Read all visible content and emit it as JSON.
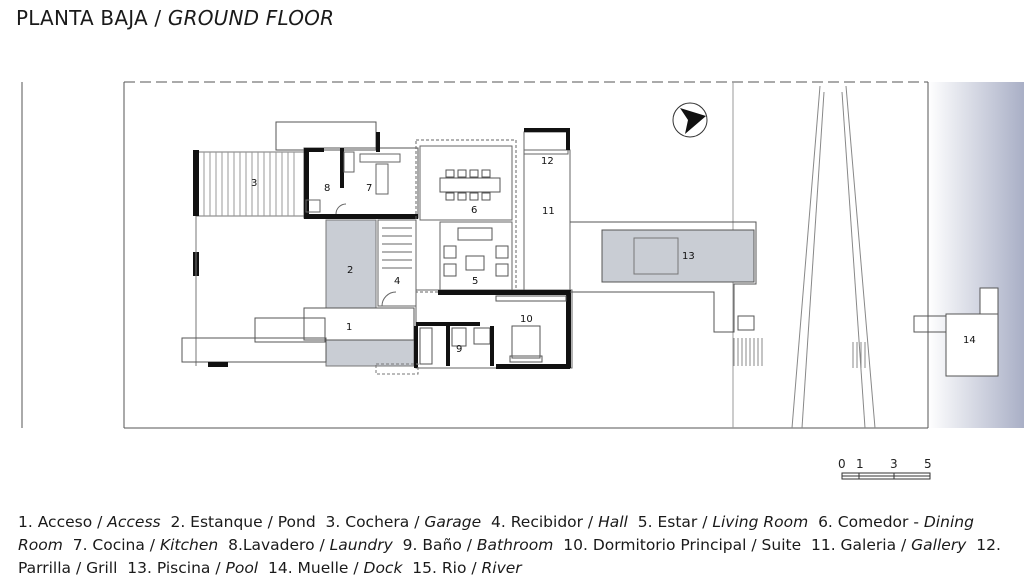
{
  "title": {
    "main": "PLANTA BAJA /",
    "italic": "GROUND FLOOR"
  },
  "north_arrow_icon": "north-arrow-icon",
  "rooms": [
    {
      "id": "1",
      "label": "1"
    },
    {
      "id": "2",
      "label": "2"
    },
    {
      "id": "3",
      "label": "3"
    },
    {
      "id": "4",
      "label": "4"
    },
    {
      "id": "5",
      "label": "5"
    },
    {
      "id": "6",
      "label": "6"
    },
    {
      "id": "7",
      "label": "7"
    },
    {
      "id": "8",
      "label": "8"
    },
    {
      "id": "9",
      "label": "9"
    },
    {
      "id": "10",
      "label": "10"
    },
    {
      "id": "11",
      "label": "11"
    },
    {
      "id": "12",
      "label": "12"
    },
    {
      "id": "13",
      "label": "13"
    },
    {
      "id": "14",
      "label": "14"
    }
  ],
  "scale_bar": {
    "ticks": [
      "0",
      "1",
      "3",
      "5"
    ]
  },
  "legend": [
    {
      "es": "1. Acceso / ",
      "en": "Access"
    },
    {
      "es": "2. Estanque / Pond",
      "en": ""
    },
    {
      "es": "3. Cochera / ",
      "en": "Garage"
    },
    {
      "es": "4. Recibidor / ",
      "en": "Hall"
    },
    {
      "es": "5. Estar / ",
      "en": "Living Room"
    },
    {
      "es": "6. Comedor - ",
      "en": "Dining Room"
    },
    {
      "es": "7. Cocina / ",
      "en": "Kitchen"
    },
    {
      "es": "8.Lavadero / ",
      "en": "Laundry"
    },
    {
      "es": "9. Baño / ",
      "en": "Bathroom"
    },
    {
      "es": "10. Dormitorio Principal / Suite",
      "en": ""
    },
    {
      "es": "11. Galeria / ",
      "en": "Gallery"
    },
    {
      "es": "12. Parrilla / Grill",
      "en": ""
    },
    {
      "es": "13. Piscina / ",
      "en": "Pool"
    },
    {
      "es": "14. Muelle / ",
      "en": "Dock"
    },
    {
      "es": "15. Rio / ",
      "en": "River"
    }
  ],
  "colors": {
    "wall": "#111111",
    "pond": "#c9cdd4",
    "pool": "#c9cdd4",
    "river_start": "#ffffff",
    "river_end": "#a9afc6",
    "line": "#555555"
  }
}
